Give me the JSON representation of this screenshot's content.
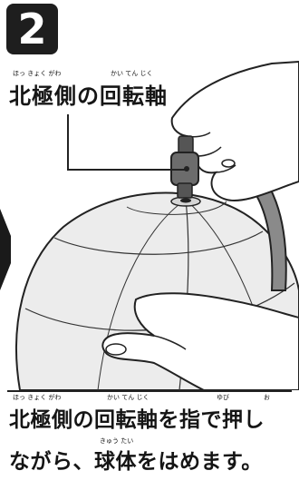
{
  "step": {
    "number": "2"
  },
  "callout": {
    "text": "北極側の回転軸",
    "ruby": {
      "hokkyoku": "ほっ きょく がわ",
      "kaiten": "かい てん じく"
    }
  },
  "instruction": {
    "line1": "北極側の回転軸を指で押し",
    "line2": "ながら、球体をはめます。",
    "ruby_line1": {
      "hokkyoku": "ほっ きょく がわ",
      "kaiten": "かい てん じく",
      "yubi": "ゆび",
      "o": "お"
    },
    "ruby_line2": {
      "kyuutai": "きゅう たい"
    }
  },
  "colors": {
    "badge": "#1e1e1e",
    "globe": "#ececec",
    "outline": "#222222",
    "arm": "#8a8a8a"
  }
}
